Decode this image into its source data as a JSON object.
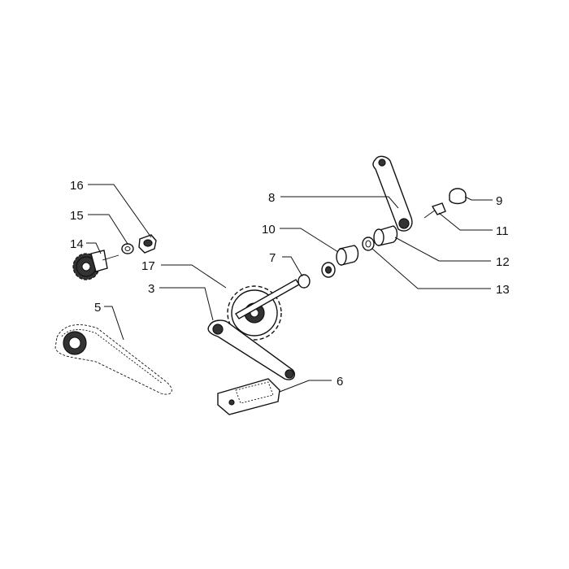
{
  "callouts": [
    {
      "id": "3",
      "label": "3"
    },
    {
      "id": "5",
      "label": "5"
    },
    {
      "id": "6",
      "label": "6"
    },
    {
      "id": "7",
      "label": "7"
    },
    {
      "id": "8",
      "label": "8"
    },
    {
      "id": "9",
      "label": "9"
    },
    {
      "id": "10",
      "label": "10"
    },
    {
      "id": "11",
      "label": "11"
    },
    {
      "id": "12",
      "label": "12"
    },
    {
      "id": "13",
      "label": "13"
    },
    {
      "id": "14",
      "label": "14"
    },
    {
      "id": "15",
      "label": "15"
    },
    {
      "id": "16",
      "label": "16"
    },
    {
      "id": "17",
      "label": "17"
    }
  ],
  "colors": {
    "line": "#111111",
    "background": "#ffffff"
  }
}
